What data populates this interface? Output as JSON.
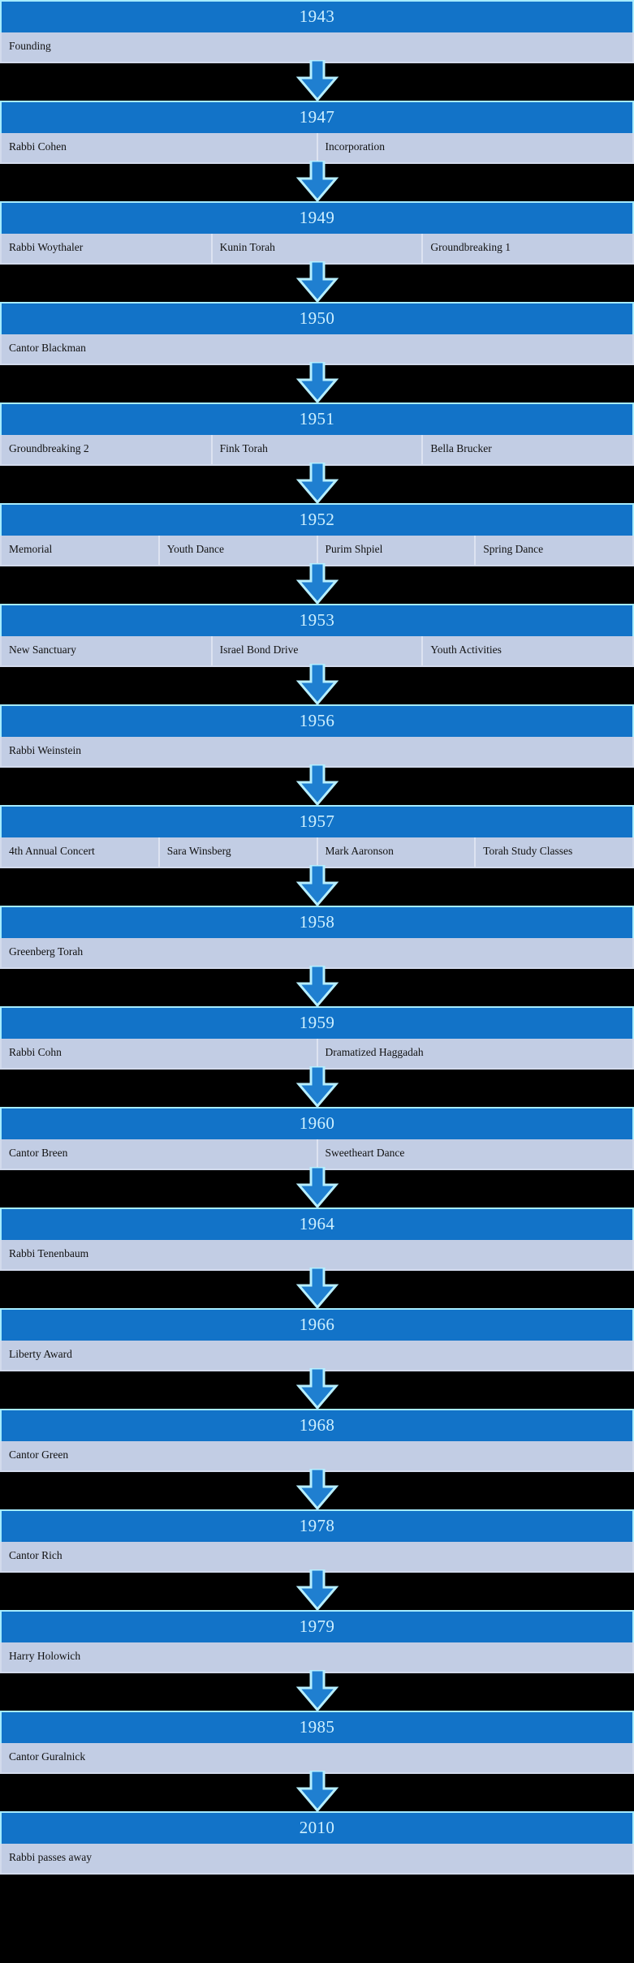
{
  "graphic": {
    "kind": "vertical-process-timeline",
    "title_present": false,
    "background_color": "#000000",
    "year_bar_color": "#1273c8",
    "year_bar_border_color": "#a6ecff",
    "year_text_color": "#cdf0ff",
    "cell_color": "#c2cde4",
    "cell_text_color": "#111111",
    "arrow_fill_color": "#1f7fd0",
    "arrow_outline_color": "#b7efff",
    "arrow_icon_name": "down-arrow-icon"
  },
  "timeline": {
    "entries": [
      {
        "year": "1943",
        "items": [
          "Founding"
        ]
      },
      {
        "year": "1947",
        "items": [
          "Rabbi Cohen",
          "Incorporation"
        ]
      },
      {
        "year": "1949",
        "items": [
          "Rabbi Woythaler",
          "Kunin Torah",
          "Groundbreaking 1"
        ]
      },
      {
        "year": "1950",
        "items": [
          "Cantor Blackman"
        ]
      },
      {
        "year": "1951",
        "items": [
          "Groundbreaking 2",
          "Fink Torah",
          "Bella Brucker"
        ]
      },
      {
        "year": "1952",
        "items": [
          "Memorial",
          "Youth Dance",
          "Purim Shpiel",
          "Spring Dance"
        ]
      },
      {
        "year": "1953",
        "items": [
          "New Sanctuary",
          "Israel Bond Drive",
          "Youth Activities"
        ]
      },
      {
        "year": "1956",
        "items": [
          "Rabbi Weinstein"
        ]
      },
      {
        "year": "1957",
        "items": [
          "4th Annual Concert",
          "Sara Winsberg",
          "Mark Aaronson",
          "Torah Study Classes"
        ]
      },
      {
        "year": "1958",
        "items": [
          "Greenberg Torah"
        ]
      },
      {
        "year": "1959",
        "items": [
          "Rabbi Cohn",
          "Dramatized Haggadah"
        ]
      },
      {
        "year": "1960",
        "items": [
          "Cantor Breen",
          "Sweetheart Dance"
        ]
      },
      {
        "year": "1964",
        "items": [
          "Rabbi Tenenbaum"
        ]
      },
      {
        "year": "1966",
        "items": [
          "Liberty Award"
        ]
      },
      {
        "year": "1968",
        "items": [
          "Cantor Green"
        ]
      },
      {
        "year": "1978",
        "items": [
          "Cantor Rich"
        ]
      },
      {
        "year": "1979",
        "items": [
          "Harry Holowich"
        ]
      },
      {
        "year": "1985",
        "items": [
          "Cantor Guralnick"
        ]
      },
      {
        "year": "2010",
        "items": [
          "Rabbi passes away"
        ]
      }
    ]
  }
}
